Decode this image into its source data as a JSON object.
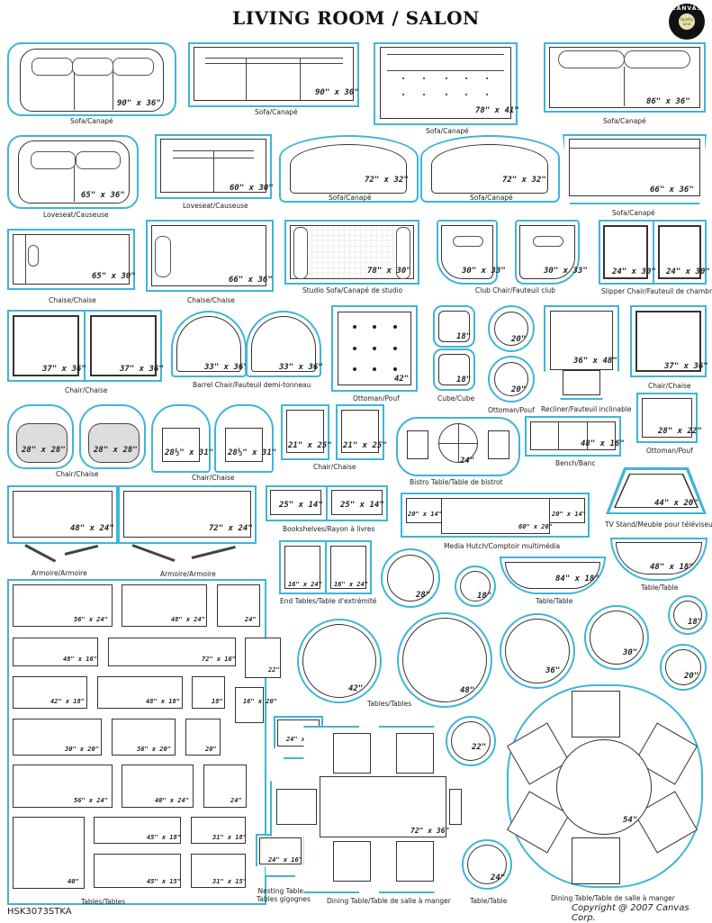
{
  "header": {
    "title": "LIVING ROOM / SALON",
    "logo": {
      "ring_text": "CANVAS",
      "center_text": "Quality Line",
      "bottom_text": "HOME BASICS"
    }
  },
  "accent_color": "#3fb5d8",
  "pieces": [
    {
      "id": "sofa-1",
      "label": "Sofa/Canapé",
      "dim": "90\" x 36\""
    },
    {
      "id": "sofa-2",
      "label": "Sofa/Canapé",
      "dim": "90\" x 30\""
    },
    {
      "id": "sofa-3",
      "label": "Sofa/Canapé",
      "dim": "78\" x 41\""
    },
    {
      "id": "sofa-4",
      "label": "Sofa/Canapé",
      "dim": "86\" x 36\""
    },
    {
      "id": "loveseat-1",
      "label": "Loveseat/Causeuse",
      "dim": "65\" x 36\""
    },
    {
      "id": "loveseat-2",
      "label": "Loveseat/Causeuse",
      "dim": "60\" x 30\""
    },
    {
      "id": "sofa-curved-1",
      "label": "Sofa/Canapé",
      "dim": "72\" x 32\""
    },
    {
      "id": "sofa-curved-2",
      "label": "Sofa/Canapé",
      "dim": "72\" x 32\""
    },
    {
      "id": "sofa-5",
      "label": "Sofa/Canapé",
      "dim": "66\" x 36\""
    },
    {
      "id": "chaise-1",
      "label": "Chaise/Chaise",
      "dim": "65\" x 30\""
    },
    {
      "id": "chaise-2",
      "label": "Chaise/Chaise",
      "dim": "66\" x 36\""
    },
    {
      "id": "studio-sofa",
      "label": "Studio Sofa/Canapé de studio",
      "dim": "78\" x 30\""
    },
    {
      "id": "club-chair",
      "label": "Club Chair/Fauteuil club",
      "dims": [
        "30\" x 33\"",
        "30\" x 33\""
      ]
    },
    {
      "id": "slipper-chair",
      "label": "Slipper Chair/Fauteuil de chambre",
      "dims": [
        "24\" x 30\"",
        "24\" x 30\""
      ]
    },
    {
      "id": "chair-1",
      "label": "Chair/Chaise",
      "dims": [
        "37\" x 36\"",
        "37\" x 36\""
      ]
    },
    {
      "id": "barrel-chair",
      "label": "Barrel Chair/Fauteuil demi-tonneau",
      "dims": [
        "33\" x 36\"",
        "33\" x 36\""
      ]
    },
    {
      "id": "ottoman-1",
      "label": "Ottoman/Pouf",
      "dim": "42\""
    },
    {
      "id": "cube",
      "label": "Cube/Cube",
      "dims": [
        "18\"",
        "18\""
      ]
    },
    {
      "id": "ottoman-round",
      "label": "Ottoman/Pouf",
      "dims": [
        "20\"",
        "20\""
      ]
    },
    {
      "id": "recliner",
      "label": "Recliner/Fauteuil inclinable",
      "dim": "36\" x 48\""
    },
    {
      "id": "chair-2",
      "label": "Chair/Chaise",
      "dim": "37\" x 36\""
    },
    {
      "id": "chair-3",
      "label": "Chair/Chaise",
      "dims": [
        "28\" x 28\"",
        "28\" x 28\""
      ]
    },
    {
      "id": "chair-4",
      "label": "Chair/Chaise",
      "dims": [
        "28½\" x 31\"",
        "28½\" x 31\""
      ]
    },
    {
      "id": "chair-5",
      "label": "Chair/Chaise",
      "dims": [
        "21\" x 25\"",
        "21\" x 25\""
      ]
    },
    {
      "id": "bistro-table",
      "label": "Bistro Table/Table de bistrot",
      "dim": "24\""
    },
    {
      "id": "bench",
      "label": "Bench/Banc",
      "dim": "48\" x 16\""
    },
    {
      "id": "ottoman-2",
      "label": "Ottoman/Pouf",
      "dim": "28\" x 22\""
    },
    {
      "id": "armoire-1",
      "label": "Armoire/Armoire",
      "dim": "48\" x 24\""
    },
    {
      "id": "armoire-2",
      "label": "Armoire/Armoire",
      "dim": "72\" x 24\""
    },
    {
      "id": "bookshelves",
      "label": "Bookshelves/Rayon à livres",
      "dims": [
        "25\" x 14\"",
        "25\" x 14\""
      ]
    },
    {
      "id": "media-hutch",
      "label": "Media Hutch/Comptoir multimédia",
      "dims": [
        "20\" x 14\"",
        "60\" x 20\"",
        "20\" x 14\""
      ]
    },
    {
      "id": "tv-stand",
      "label": "TV Stand/Meuble pour téléviseur",
      "dim": "44\" x 20\""
    },
    {
      "id": "end-tables",
      "label": "End Tables/Table d'extrémité",
      "dims": [
        "16\" x 24\"",
        "16\" x 24\""
      ]
    },
    {
      "id": "round-28",
      "dim": "28\""
    },
    {
      "id": "round-18a",
      "dim": "18\""
    },
    {
      "id": "half-table-1",
      "label": "Table/Table",
      "dim": "84\" x 18\""
    },
    {
      "id": "half-table-2",
      "label": "Table/Table",
      "dim": "48\" x 18\""
    },
    {
      "id": "round-18b",
      "dim": "18\""
    },
    {
      "id": "round-tables",
      "label": "Tables/Tables",
      "dims": [
        "42\"",
        "48\"",
        "36\"",
        "30\"",
        "20\""
      ]
    },
    {
      "id": "round-22",
      "dim": "22\""
    },
    {
      "id": "round-24",
      "label": "Table/Table",
      "dim": "24\""
    },
    {
      "id": "nesting-tables",
      "label": "Nesting Tables/ Tables gigognes",
      "dims": [
        "24\" x 16\"",
        "24\" x 16\""
      ]
    },
    {
      "id": "dining-rect",
      "label": "Dining Table/Table de salle à manger",
      "dim": "72\" x 36\""
    },
    {
      "id": "dining-round",
      "label": "Dining Table/Table de salle à manger",
      "dim": "54\""
    }
  ],
  "table_grid": {
    "label": "Tables/Tables",
    "cells": [
      "56\" x 24\"",
      "48\" x 24\"",
      "24\"",
      "48\" x 16\"",
      "72\" x 16\"",
      "22\"",
      "42\" x 18\"",
      "48\" x 18\"",
      "18\"",
      "16\" x 20\"",
      "30\" x 20\"",
      "36\" x 20\"",
      "20\"",
      "56\" x 24\"",
      "40\" x 24\"",
      "24\"",
      "40\"",
      "45\" x 18\"",
      "31\" x 18\"",
      "45\" x 15\"",
      "31\" x 15\""
    ]
  },
  "footer": {
    "code": "HSK3073STKA",
    "copyright": "Copyright @ 2007 Canvas Corp."
  }
}
